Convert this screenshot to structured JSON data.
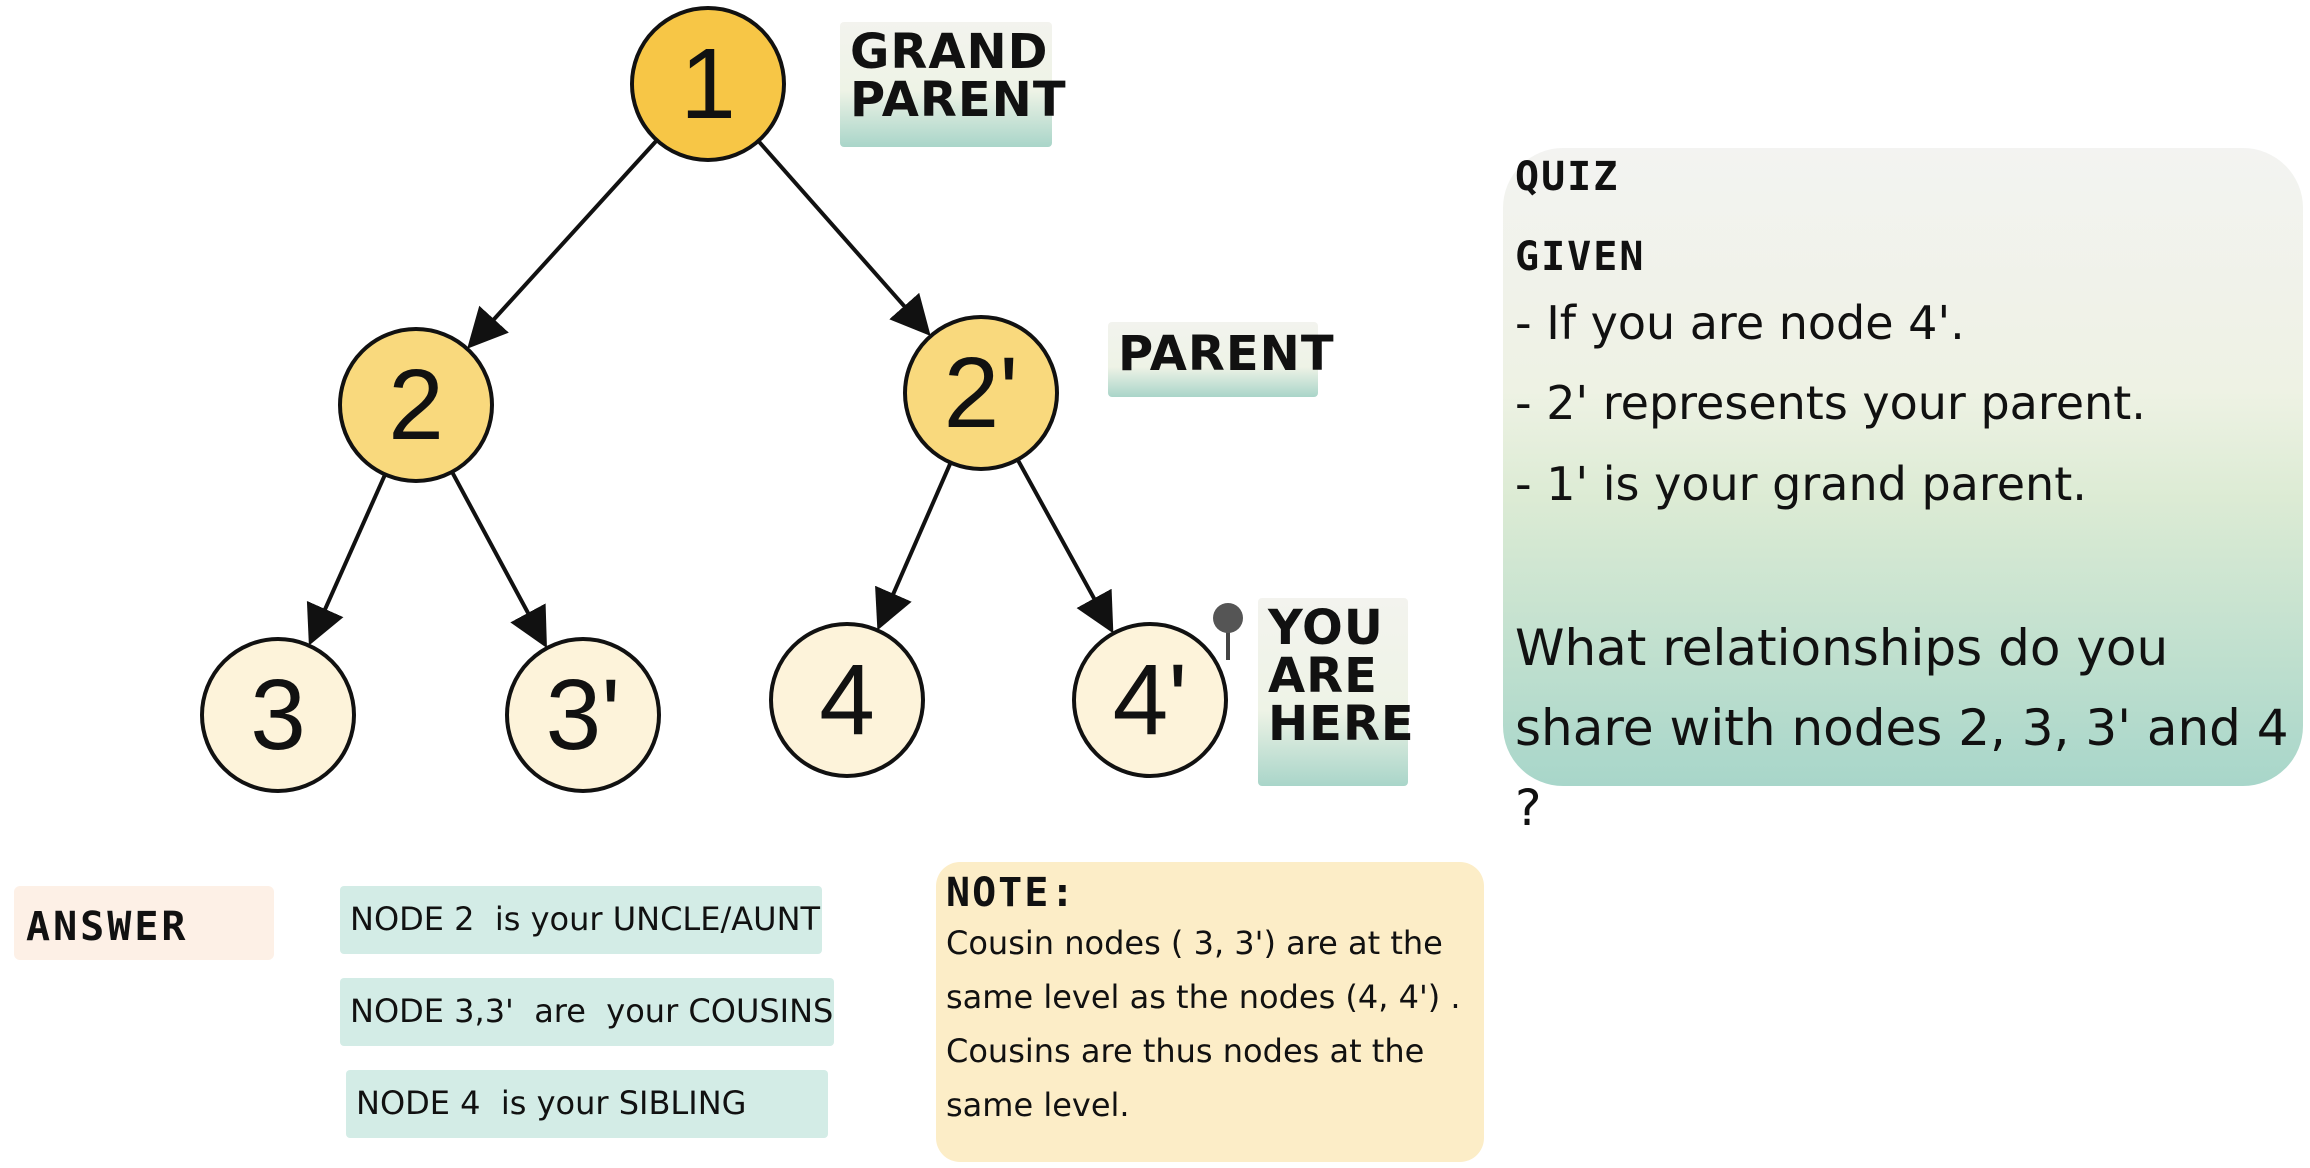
{
  "tree": {
    "nodes": [
      {
        "id": "1",
        "label": "1",
        "fill": "#f7c646"
      },
      {
        "id": "2",
        "label": "2",
        "fill": "#f9d97d"
      },
      {
        "id": "2p",
        "label": "2'",
        "fill": "#f9d97d"
      },
      {
        "id": "3",
        "label": "3",
        "fill": "#fdf3da"
      },
      {
        "id": "3p",
        "label": "3'",
        "fill": "#fdf3da"
      },
      {
        "id": "4",
        "label": "4",
        "fill": "#fdf3da"
      },
      {
        "id": "4p",
        "label": "4'",
        "fill": "#fdf3da"
      }
    ],
    "edges": [
      {
        "from": "1",
        "to": "2"
      },
      {
        "from": "1",
        "to": "2p"
      },
      {
        "from": "2",
        "to": "3"
      },
      {
        "from": "2",
        "to": "3p"
      },
      {
        "from": "2p",
        "to": "4"
      },
      {
        "from": "2p",
        "to": "4p"
      }
    ]
  },
  "tags": {
    "grand_parent": [
      "GRAND",
      "PARENT"
    ],
    "parent": "PARENT",
    "you_are_here": [
      "YOU",
      "ARE",
      "HERE"
    ]
  },
  "quiz": {
    "title": "QUIZ",
    "given": "GIVEN",
    "lines": [
      "- If you are node 4'.",
      "- 2' represents your parent.",
      "- 1' is your grand parent."
    ],
    "question": "What relationships do you share with nodes 2, 3, 3' and 4 ?"
  },
  "answer": {
    "label": "ANSWER",
    "items": [
      "NODE 2  is your UNCLE/AUNT",
      "NODE 3,3'  are  your COUSINS",
      "NODE 4  is your SIBLING"
    ]
  },
  "note": {
    "title": "NOTE:",
    "body": "Cousin nodes ( 3, 3')  are at the\nsame level as the nodes (4, 4') .\nCousins are thus nodes at the\nsame level."
  },
  "colors": {
    "grand_parent_node": "#f7c646",
    "parent_level_node": "#f9d97d",
    "child_level_node": "#fdf3da",
    "answer_item_bg": "#d3ece6",
    "note_bg": "#fcedc7"
  }
}
